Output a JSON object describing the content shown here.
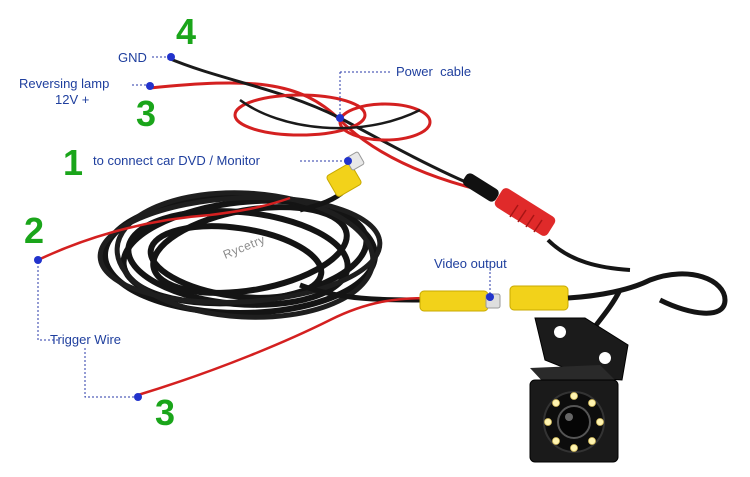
{
  "labels": {
    "gnd": "GND",
    "reversing_lamp": "Reversing lamp",
    "reversing_voltage": "12V +",
    "power_cable": "Power  cable",
    "connect_dvd": "to connect car DVD / Monitor",
    "video_output": "Video output",
    "trigger_wire": "Trigger Wire"
  },
  "numbers": {
    "gnd": "4",
    "reversing_lamp": "3",
    "connect_dvd": "1",
    "trigger_left": "2",
    "trigger_bottom": "3"
  },
  "watermark": "Rycetry",
  "colors": {
    "label_text": "#1f3f9e",
    "number_text": "#1aa51a",
    "marker_dot": "#2233cc",
    "cable_black": "#141414",
    "wire_red": "#d42020",
    "rca_yellow": "#f2d21a",
    "connector_red": "#e02a2a"
  }
}
